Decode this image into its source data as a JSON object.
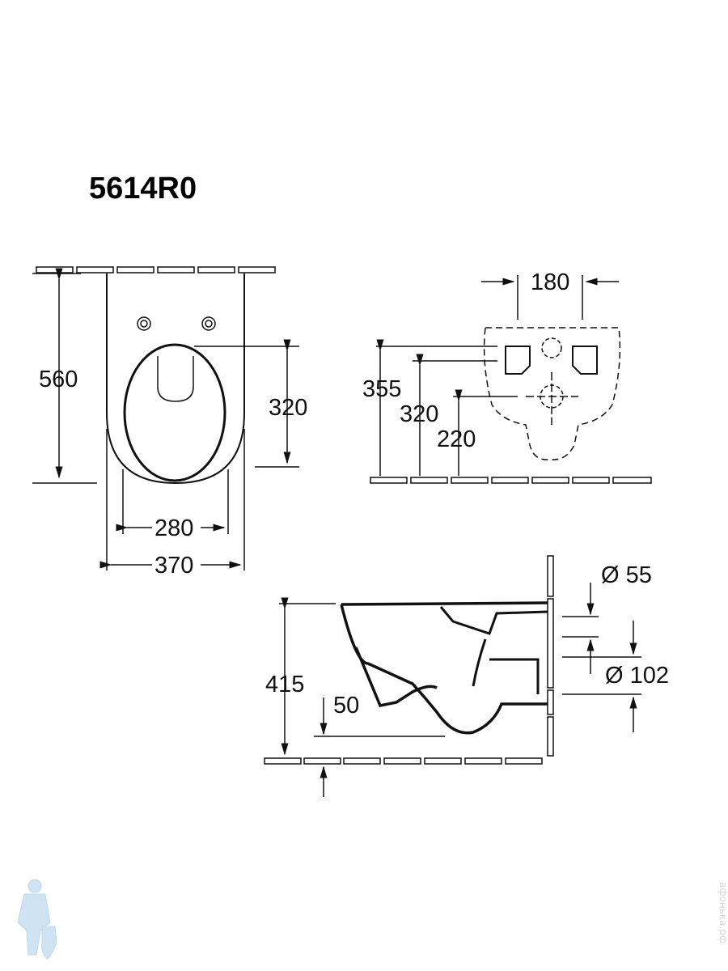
{
  "title": "5614R0",
  "top_view": {
    "dims": {
      "length": "560",
      "seat_depth": "320",
      "inner_width": "280",
      "outer_width": "370"
    }
  },
  "front_view": {
    "dims": {
      "bolt_spacing": "180",
      "height_355": "355",
      "height_320": "320",
      "height_220": "220"
    }
  },
  "side_view": {
    "dims": {
      "height": "415",
      "clearance": "50",
      "inlet_diameter": "Ø 55",
      "outlet_diameter": "Ø 102"
    }
  },
  "watermark": "афонька.рф",
  "colors": {
    "line": "#111111",
    "logo": "#bcd8ee"
  }
}
